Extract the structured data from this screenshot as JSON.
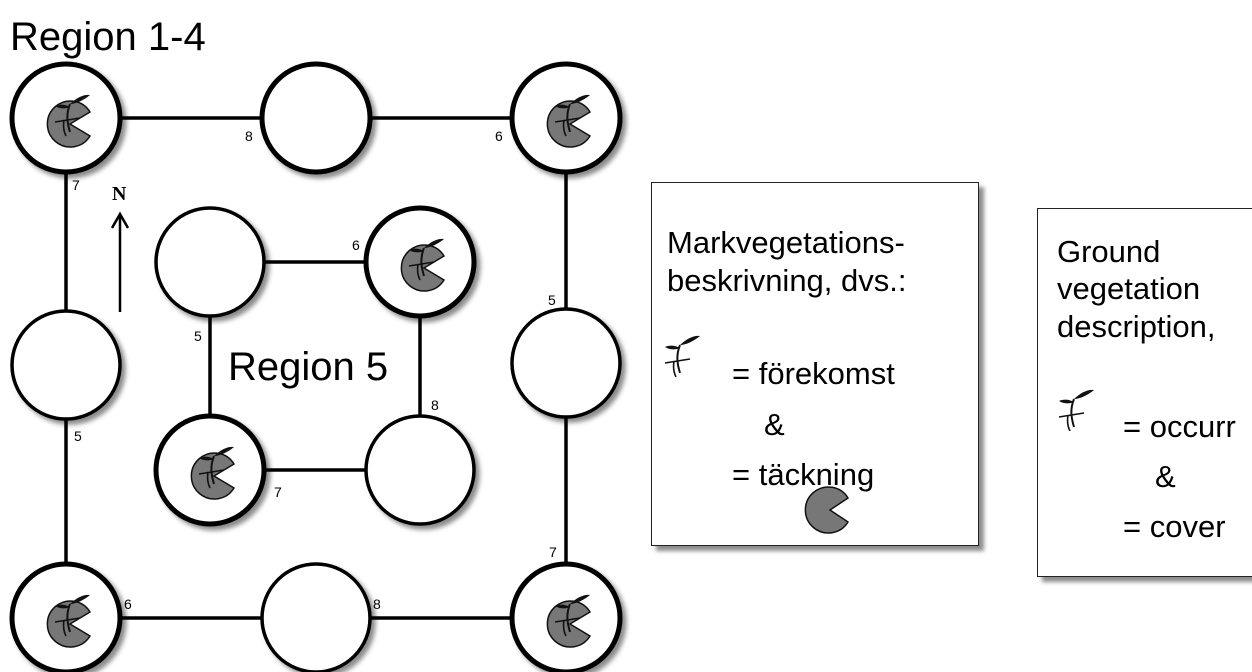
{
  "titles": {
    "outer_region": "Region 1-4",
    "inner_region": "Region 5"
  },
  "north_label": "N",
  "outer_plots": [
    {
      "id": "top-left",
      "vegetation": true
    },
    {
      "id": "top-mid",
      "vegetation": false
    },
    {
      "id": "top-right",
      "vegetation": true
    },
    {
      "id": "mid-left",
      "vegetation": false
    },
    {
      "id": "mid-right",
      "vegetation": false
    },
    {
      "id": "bottom-left",
      "vegetation": true
    },
    {
      "id": "bottom-mid",
      "vegetation": false
    },
    {
      "id": "bottom-right",
      "vegetation": true
    }
  ],
  "inner_plots": [
    {
      "id": "inner-top-left",
      "vegetation": false
    },
    {
      "id": "inner-top-right",
      "vegetation": true
    },
    {
      "id": "inner-bottom-left",
      "vegetation": true
    },
    {
      "id": "inner-bottom-right",
      "vegetation": false
    }
  ],
  "distance_labels": {
    "top_left_right": "8",
    "top_mid_right": "6",
    "left_upper": "7",
    "right_upper": "5",
    "left_lower": "5",
    "right_lower": "7",
    "bottom_left_right": "6",
    "bottom_mid_right": "8",
    "inner_top": "6",
    "inner_left": "5",
    "inner_right": "8",
    "inner_bottom": "7"
  },
  "legend_sv": {
    "title_line1": "Markvegetations-",
    "title_line2": "beskrivning, dvs.:",
    "occurrence": "= förekomst",
    "and": "&",
    "cover": "= täckning"
  },
  "legend_en": {
    "title_line1": "Ground",
    "title_line2": "vegetation",
    "title_line3": "description,",
    "occurrence": "= occurr",
    "and": "&",
    "cover": "= cover"
  },
  "colors": {
    "pacman_fill": "#777777",
    "line": "#000000",
    "circle_fill": "#ffffff"
  }
}
